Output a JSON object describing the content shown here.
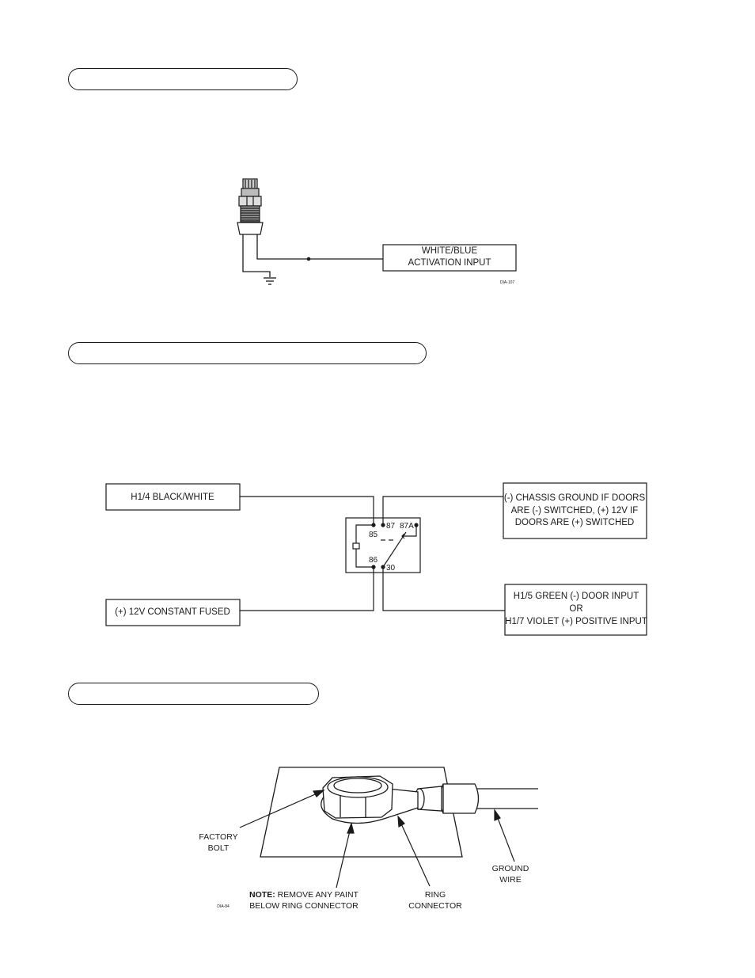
{
  "section1": {
    "heading": "",
    "diagram": {
      "box_lines": [
        "WHITE/BLUE",
        "ACTIVATION INPUT"
      ],
      "code": "DIA-107"
    }
  },
  "section2": {
    "heading": "",
    "diagram": {
      "left_top_box": "H1/4 BLACK/WHITE",
      "left_bottom_box": "(+) 12V CONSTANT FUSED",
      "right_top_box_lines": [
        "(-) CHASSIS GROUND IF DOORS",
        "ARE (-) SWITCHED, (+) 12V IF",
        "DOORS ARE (+) SWITCHED"
      ],
      "right_bottom_box_lines": [
        "H1/5 GREEN (-) DOOR INPUT",
        "OR",
        "H1/7 VIOLET (+) POSITIVE INPUT"
      ],
      "relay_pins": {
        "p85": "85",
        "p87": "87",
        "p87a": "87A",
        "p86": "86",
        "p30": "30"
      }
    }
  },
  "section3": {
    "heading": "",
    "diagram": {
      "factory_bolt_lines": [
        "FACTORY",
        "BOLT"
      ],
      "note_bold": "NOTE:",
      "note_rest": " REMOVE ANY PAINT",
      "note_line2": "BELOW RING CONNECTOR",
      "ring_connector_lines": [
        "RING",
        "CONNECTOR"
      ],
      "ground_wire_lines": [
        "GROUND",
        "WIRE"
      ],
      "code": "DIA-84"
    }
  }
}
